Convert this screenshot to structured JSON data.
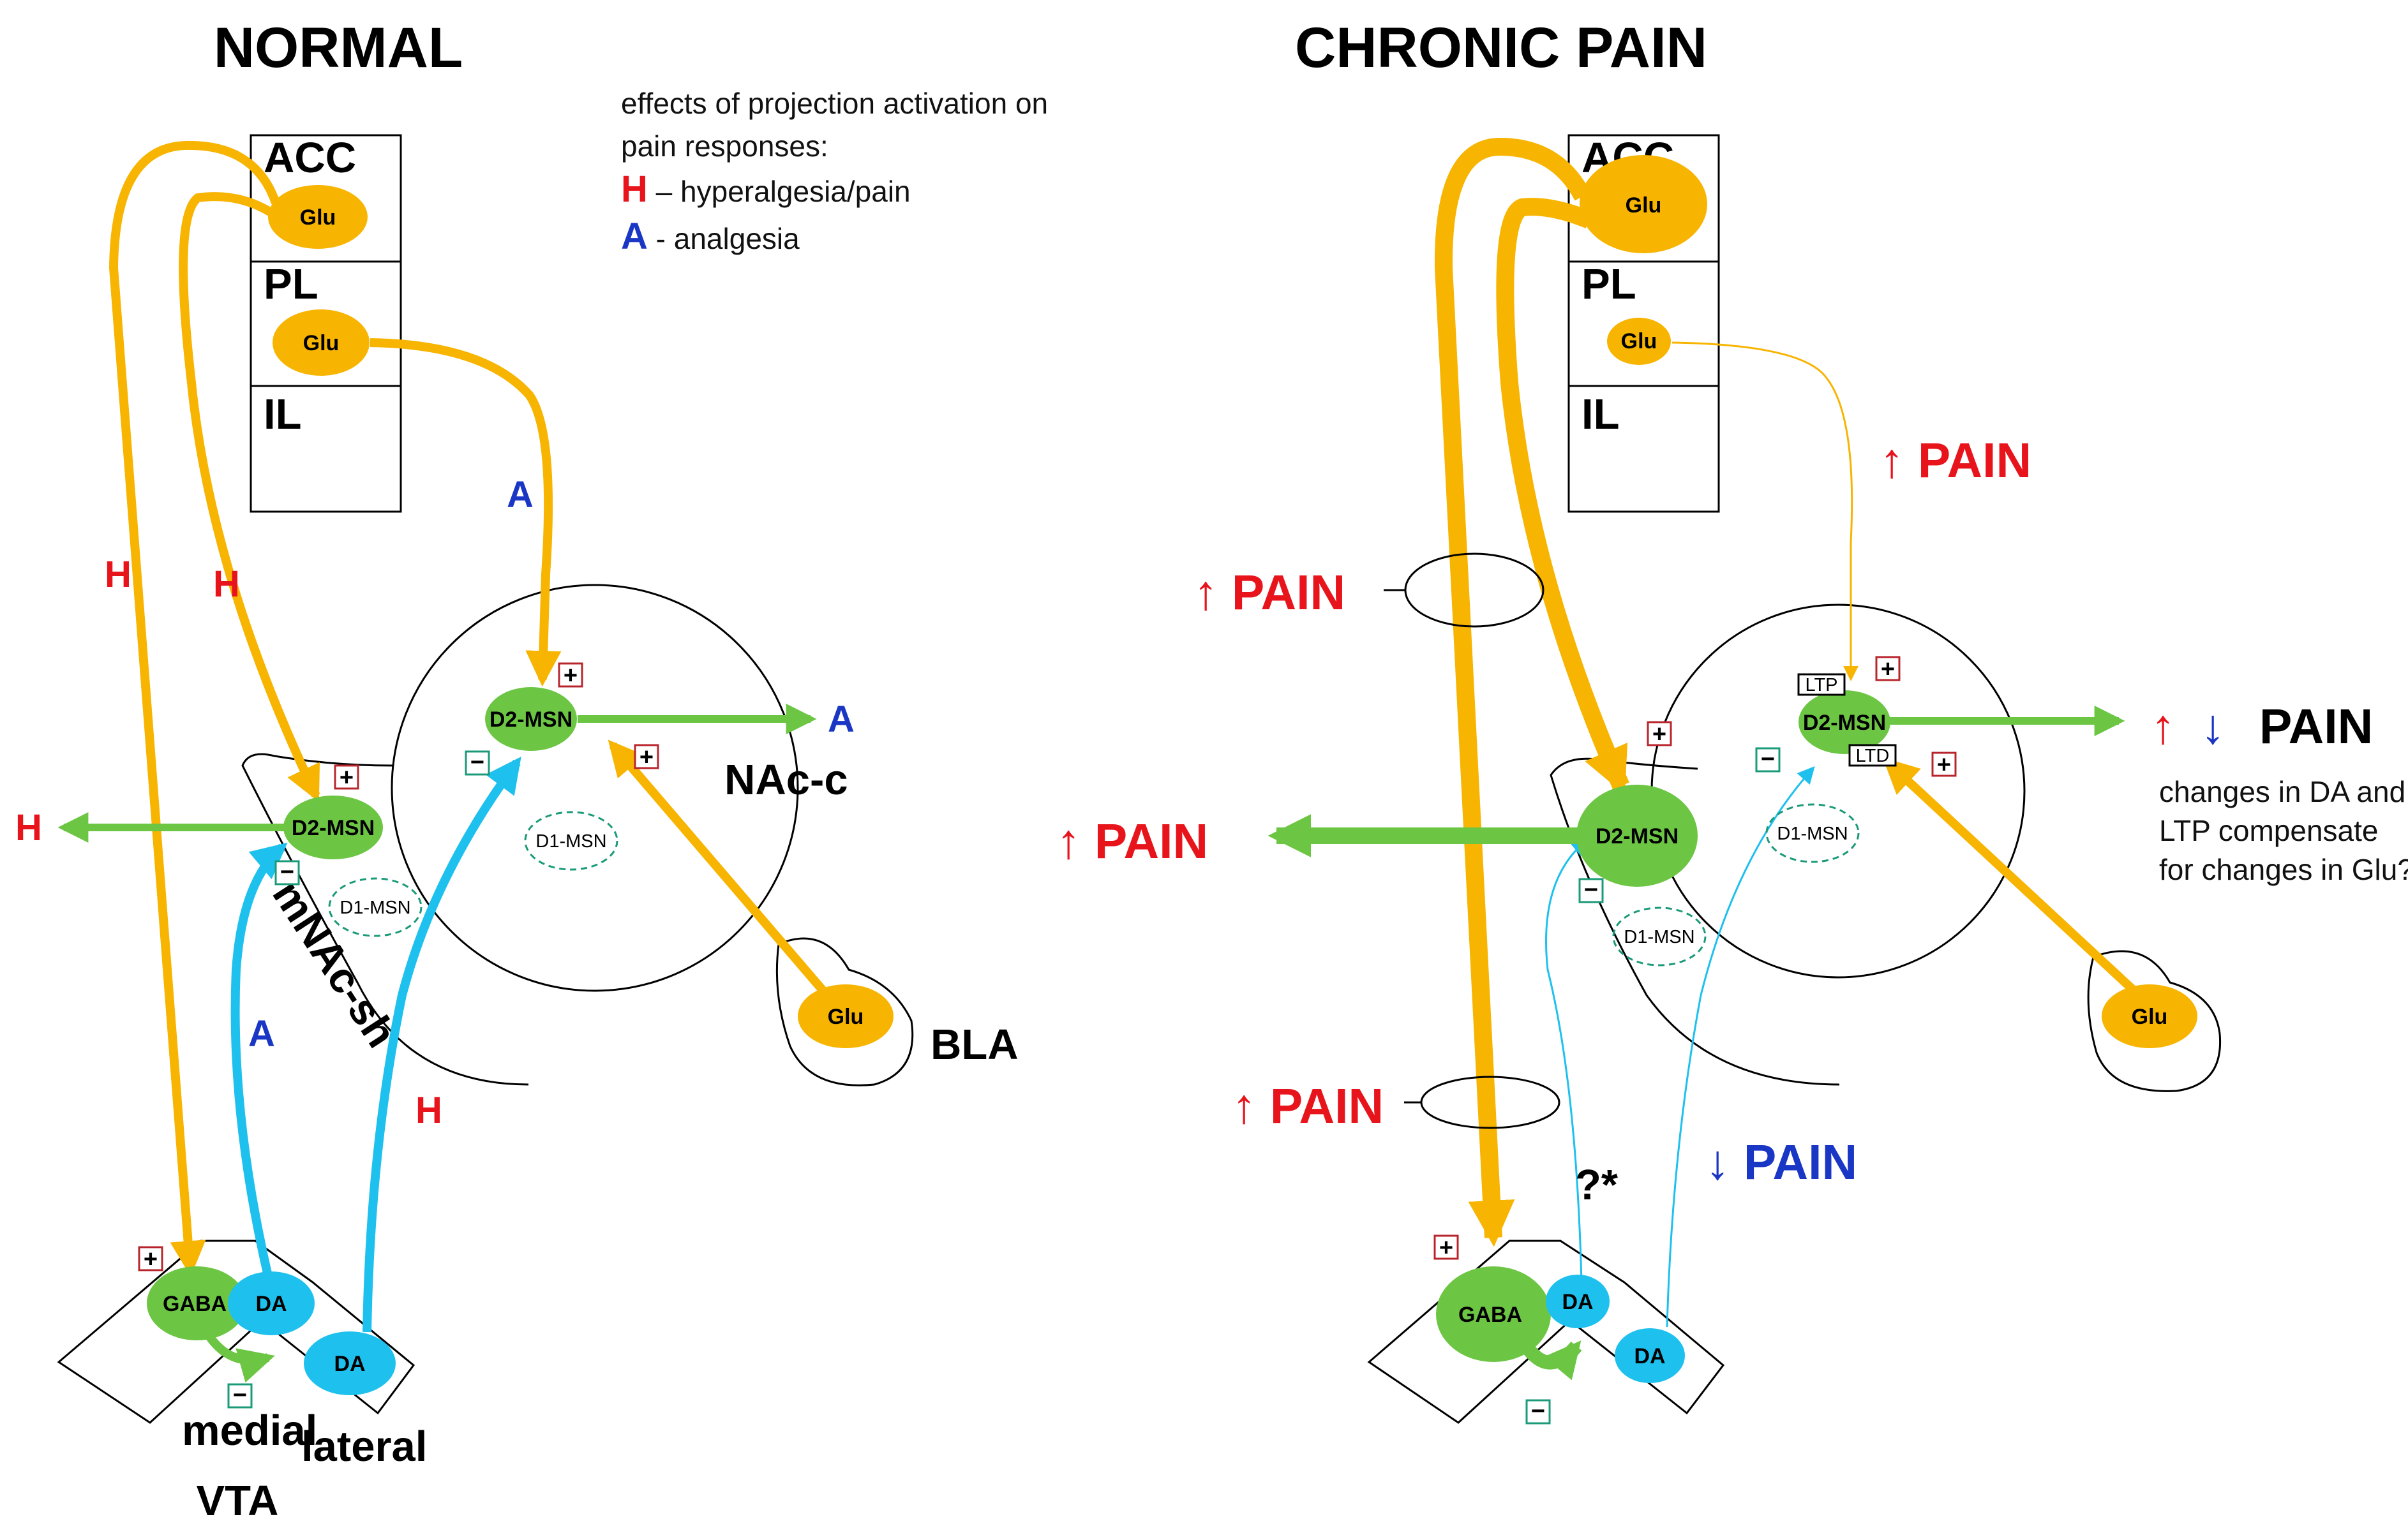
{
  "titles": {
    "normal": "NORMAL",
    "chronic": "CHRONIC PAIN"
  },
  "legend": {
    "line1": "effects of projection activation on",
    "line2": "pain responses:",
    "h_letter": "H",
    "h_text": " – hyperalgesia/pain",
    "a_letter": "A",
    "a_text": " - analgesia"
  },
  "regions": {
    "acc": "ACC",
    "pl": "PL",
    "il": "IL",
    "nacc": "NAc-c",
    "nacsh": "mNAc-sh",
    "bla": "BLA",
    "vta": "VTA",
    "medial": "medial",
    "lateral": "lateral"
  },
  "nodes": {
    "glu": "Glu",
    "d2": "D2-MSN",
    "d1": "D1-MSN",
    "gaba": "GABA",
    "da": "DA",
    "ltp": "LTP",
    "ltd": "LTD"
  },
  "effects": {
    "h": "H",
    "a": "A",
    "plus": "+",
    "minus": "−"
  },
  "chronic_labels": {
    "pain_up": "↑ PAIN",
    "pain_down": "↓ PAIN",
    "up_arrow": "↑",
    "down_arrow": "↓",
    "pain": "PAIN",
    "question": "?*",
    "note1": "changes in DA and",
    "note2": "LTP compensate",
    "note3": "for changes in Glu?"
  },
  "colors": {
    "glu": "#f7b400",
    "msn": "#6cc644",
    "da": "#1ec0ee",
    "pain_red": "#e8141c",
    "analgesia_blue": "#1a36c4",
    "plus_box": "#b8242b",
    "minus_box": "#1a9a78"
  }
}
